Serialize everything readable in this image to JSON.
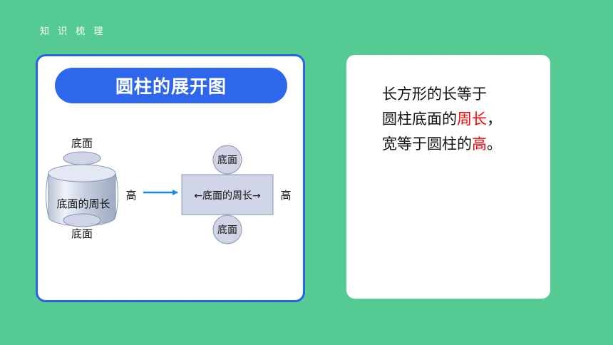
{
  "header": {
    "section_label": "知 识 梳 理"
  },
  "diagram": {
    "title": "圆柱的展开图",
    "cylinder": {
      "top_label": "底面",
      "side_label": "底面的周长",
      "bottom_label": "底面"
    },
    "arrow_label": "高",
    "net": {
      "top_circle_label": "底面",
      "rectangle_label": "←底面的周长→",
      "height_label": "高",
      "bottom_circle_label": "底面"
    }
  },
  "conclusion": {
    "line1": "长方形的长等于",
    "line2_prefix": "圆柱底面的",
    "line2_highlight": "周长",
    "line2_suffix": "，",
    "line3_prefix": "宽等于圆柱的",
    "line3_highlight": "高",
    "line3_suffix": "。"
  },
  "colors": {
    "background": "#55cb93",
    "accent_blue": "#2e66ec",
    "card_border": "#2563eb",
    "highlight_red": "#ff0000",
    "shape_fill": "#cfd5e6"
  }
}
